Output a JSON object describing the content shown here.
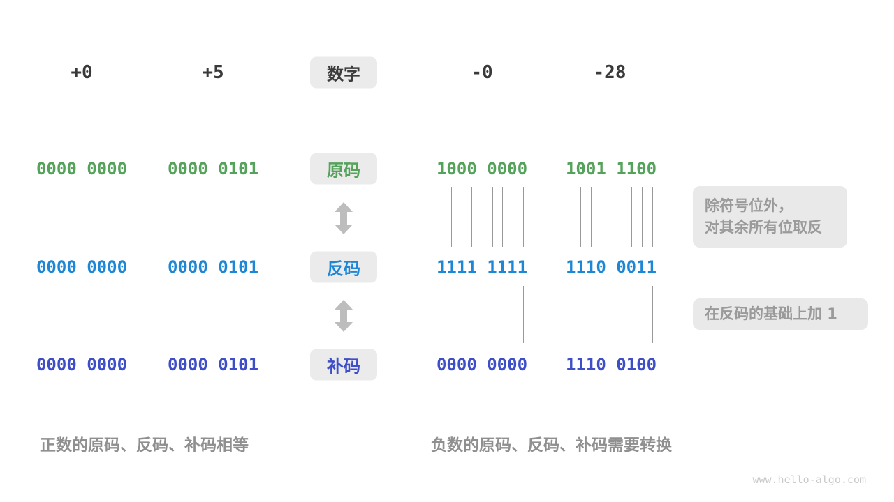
{
  "colors": {
    "sign_magnitude_green": "#55a25b",
    "ones_complement_blue": "#1e87d5",
    "twos_complement_indigo": "#3d4ec8",
    "badge_background": "#ebebeb",
    "note_background": "#e9e9e9",
    "gray_text": "#8f8f8f",
    "connector_line": "#999999",
    "arrow_gray": "#bdbdbd"
  },
  "header": {
    "badge_label": "数字",
    "values": [
      "+0",
      "+5",
      "-0",
      "-28"
    ]
  },
  "rows": [
    {
      "badge_label": "原码",
      "values": [
        "0000 0000",
        "0000 0101",
        "1000 0000",
        "1001 1100"
      ]
    },
    {
      "badge_label": "反码",
      "values": [
        "0000 0000",
        "0000 0101",
        "1111 1111",
        "1110 0011"
      ]
    },
    {
      "badge_label": "补码",
      "values": [
        "0000 0000",
        "0000 0101",
        "0000 0000",
        "1110 0100"
      ]
    }
  ],
  "annotations": {
    "invert_line1": "除符号位外，",
    "invert_line2": "对其余所有位取反",
    "add_one": "在反码的基础上加 1"
  },
  "captions": {
    "positive": "正数的原码、反码、补码相等",
    "negative": "负数的原码、反码、补码需要转换"
  },
  "watermark": "www.hello-algo.com"
}
